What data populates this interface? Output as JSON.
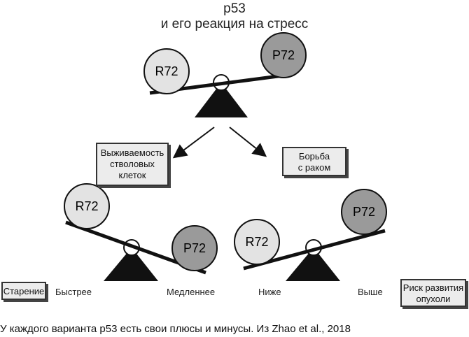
{
  "title": {
    "line1": "p53",
    "line2": "и его реакция на стресс"
  },
  "top_scale": {
    "left_ball": "R72",
    "right_ball": "P72"
  },
  "outcomes": {
    "left_box": [
      "Выживаемость",
      "стволовых",
      "клеток"
    ],
    "right_box": [
      "Борьба",
      "с раком"
    ]
  },
  "bottom_left_scale": {
    "up_ball": "R72",
    "down_ball": "P72"
  },
  "bottom_right_scale": {
    "down_ball": "R72",
    "up_ball": "P72"
  },
  "labels": {
    "aging": "Старение",
    "faster": "Быстрее",
    "slower": "Медленнее",
    "lower": "Ниже",
    "higher": "Выше",
    "tumor_risk": [
      "Риск развития",
      "опухоли"
    ]
  },
  "caption": "У каждого варианта p53 есть свои плюсы и минусы. Из Zhao et al., 2018",
  "colors": {
    "light_ball": "#e3e3e3",
    "dark_ball": "#9a9a9a",
    "stroke": "#111111",
    "box_bg": "#ececec"
  }
}
